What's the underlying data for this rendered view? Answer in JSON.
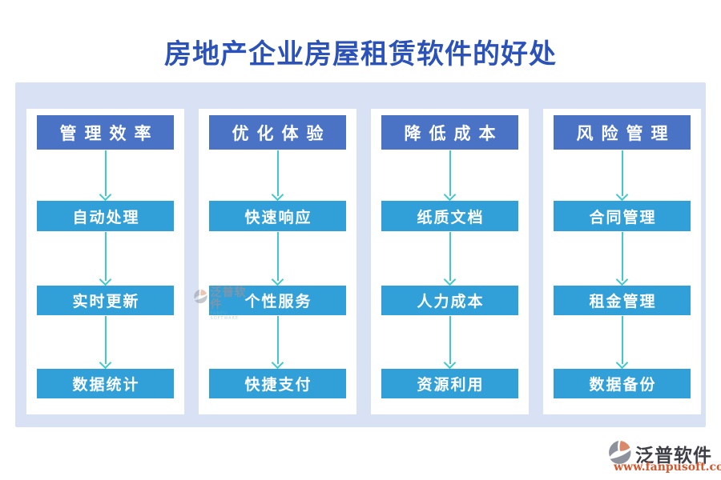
{
  "title": "房地产企业房屋租赁软件的好处",
  "columns": [
    {
      "header": "管理效率",
      "items": [
        "自动处理",
        "实时更新",
        "数据统计"
      ]
    },
    {
      "header": "优化体验",
      "items": [
        "快速响应",
        "个性服务",
        "快捷支付"
      ]
    },
    {
      "header": "降低成本",
      "items": [
        "纸质文档",
        "人力成本",
        "资源利用"
      ]
    },
    {
      "header": "风险管理",
      "items": [
        "合同管理",
        "租金管理",
        "数据备份"
      ]
    }
  ],
  "watermark": {
    "brand": "泛普软件",
    "subtext": "FANPU SOFTWARE"
  },
  "footer": {
    "brand": "泛普软件",
    "url": "www.fanpusoft.com"
  },
  "colors": {
    "title_blue": "#2B52B8",
    "board_bg": "#D9E1F4",
    "header_box": "#4A73C6",
    "item_box": "#32A0D8",
    "arrow_teal": "#3FC9CB",
    "footer_text": "#3E3E46",
    "footer_url": "#D2592F",
    "logo_gray": "#8D929C",
    "logo_orange": "#D98A6B",
    "watermark_pink": "#C98B80",
    "watermark_sub": "#7AB8AD"
  }
}
